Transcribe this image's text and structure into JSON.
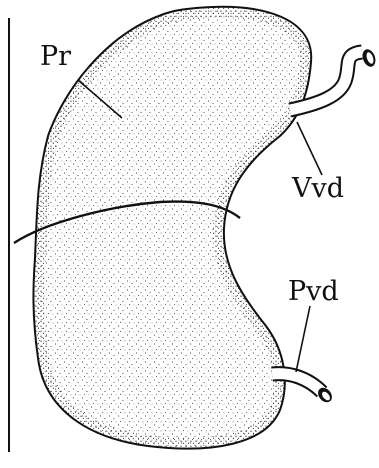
{
  "labels": {
    "proximal_region": "Pr",
    "ventral_vessel_distal": "Vvd",
    "posterior_vessel_distal": "Pvd"
  },
  "colors": {
    "ink": "#111111",
    "background": "#ffffff",
    "stipple": "#1a1a1a"
  }
}
